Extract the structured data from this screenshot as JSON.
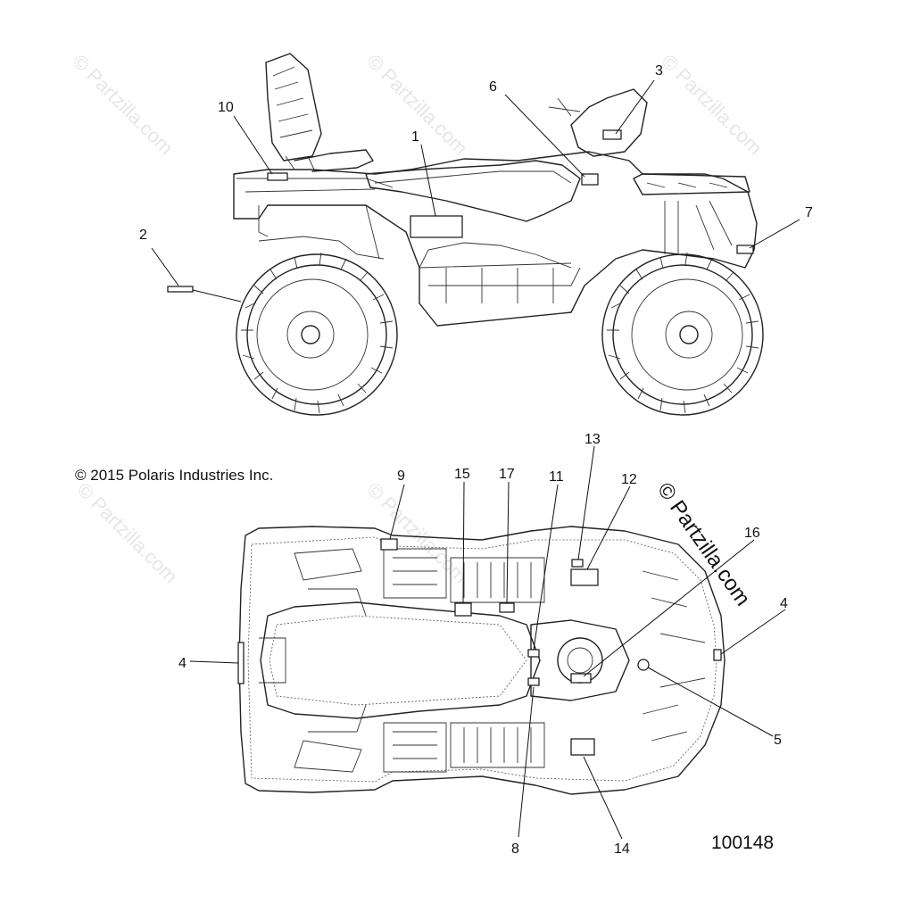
{
  "copyright": "© 2015 Polaris Industries Inc.",
  "diagram_id": "100148",
  "watermark": "© Partzilla.com",
  "callouts": {
    "c1": "1",
    "c2": "2",
    "c3": "3",
    "c4a": "4",
    "c4b": "4",
    "c5": "5",
    "c6": "6",
    "c7": "7",
    "c8": "8",
    "c9": "9",
    "c10": "10",
    "c11": "11",
    "c12": "12",
    "c13": "13",
    "c14": "14",
    "c15": "15",
    "c16": "16",
    "c17": "17"
  }
}
